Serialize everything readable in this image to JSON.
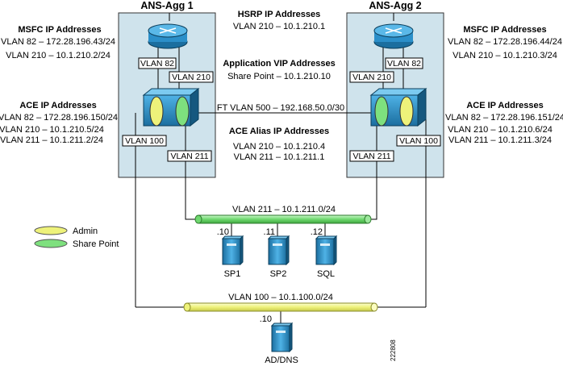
{
  "agg1": {
    "title": "ANS-Agg 1",
    "vlans": [
      "VLAN 82",
      "VLAN 210",
      "VLAN 100",
      "VLAN 211"
    ]
  },
  "agg2": {
    "title": "ANS-Agg 2",
    "vlans": [
      "VLAN 82",
      "VLAN 210",
      "VLAN 211",
      "VLAN 100"
    ]
  },
  "left_notes": {
    "msfc_title": "MSFC IP Addresses",
    "msfc_lines": [
      "VLAN 82 – 172.28.196.43/24",
      "VLAN 210 – 10.1.210.2/24"
    ],
    "ace_title": "ACE IP Addresses",
    "ace_lines": [
      "VLAN 82 – 172.28.196.150/24",
      "VLAN 210 – 10.1.210.5/24",
      "VLAN 211 – 10.1.211.2/24"
    ]
  },
  "right_notes": {
    "msfc_title": "MSFC IP Addresses",
    "msfc_lines": [
      "VLAN 82 – 172.28.196.44/24",
      "VLAN 210 – 10.1.210.3/24"
    ],
    "ace_title": "ACE IP Addresses",
    "ace_lines": [
      "VLAN 82 – 172.28.196.151/24",
      "VLAN 210 – 10.1.210.6/24",
      "VLAN 211 – 10.1.211.3/24"
    ]
  },
  "center_notes": {
    "hsrp_title": "HSRP IP Addresses",
    "hsrp_line": "VLAN 210 – 10.1.210.1",
    "vip_title": "Application VIP Addresses",
    "vip_line": "Share Point – 10.1.210.10",
    "ft_line": "FT VLAN 500 – 192.168.50.0/30",
    "alias_title": "ACE Alias IP Addresses",
    "alias_lines": [
      "VLAN 210 – 10.1.210.4",
      "VLAN 211 – 10.1.211.1"
    ]
  },
  "bus_211": {
    "label": "VLAN 211 – 10.1.211.0/24",
    "color": "#7ee07e"
  },
  "bus_100": {
    "label": "VLAN 100 – 10.1.100.0/24",
    "color": "#eef27a"
  },
  "servers": [
    {
      "name": "SP1",
      "ip": ".10"
    },
    {
      "name": "SP2",
      "ip": ".11"
    },
    {
      "name": "SQL",
      "ip": ".12"
    }
  ],
  "addns": {
    "name": "AD/DNS",
    "ip": ".10"
  },
  "legend": [
    {
      "label": "Admin",
      "color": "#eef27a"
    },
    {
      "label": "Share Point",
      "color": "#7ee07e"
    }
  ],
  "figure_id": "222808",
  "colors": {
    "box": "#cfe3ec",
    "device": "#2b8fc9",
    "device_dark": "#1b6e9f"
  }
}
